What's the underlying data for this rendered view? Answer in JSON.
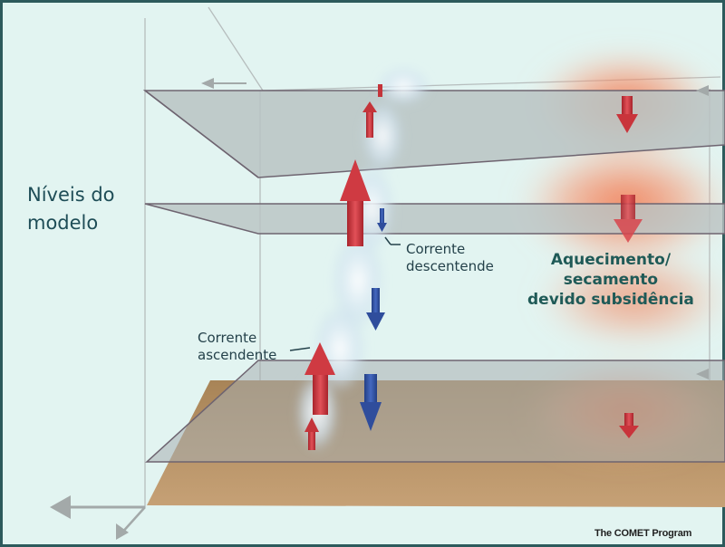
{
  "labels": {
    "model_levels": [
      "Níveis do",
      "modelo"
    ],
    "downdraft": [
      "Corrente",
      "descentende"
    ],
    "updraft": [
      "Corrente",
      "ascendente"
    ],
    "warming": [
      "Aquecimento/",
      "secamento",
      "devido subsidência"
    ]
  },
  "credit": "The COMET Program",
  "colors": {
    "background": "#e2f4f1",
    "frame": "#2d5a5c",
    "plane_fill": "#b9c3c3",
    "plane_edge": "#6e6470",
    "ground": "#b8956b",
    "updraft_arrow": "#c4343a",
    "downdraft_arrow": "#2f4d9c",
    "warm_cloud": "#f0794f",
    "label_text": "#1e4d57"
  }
}
